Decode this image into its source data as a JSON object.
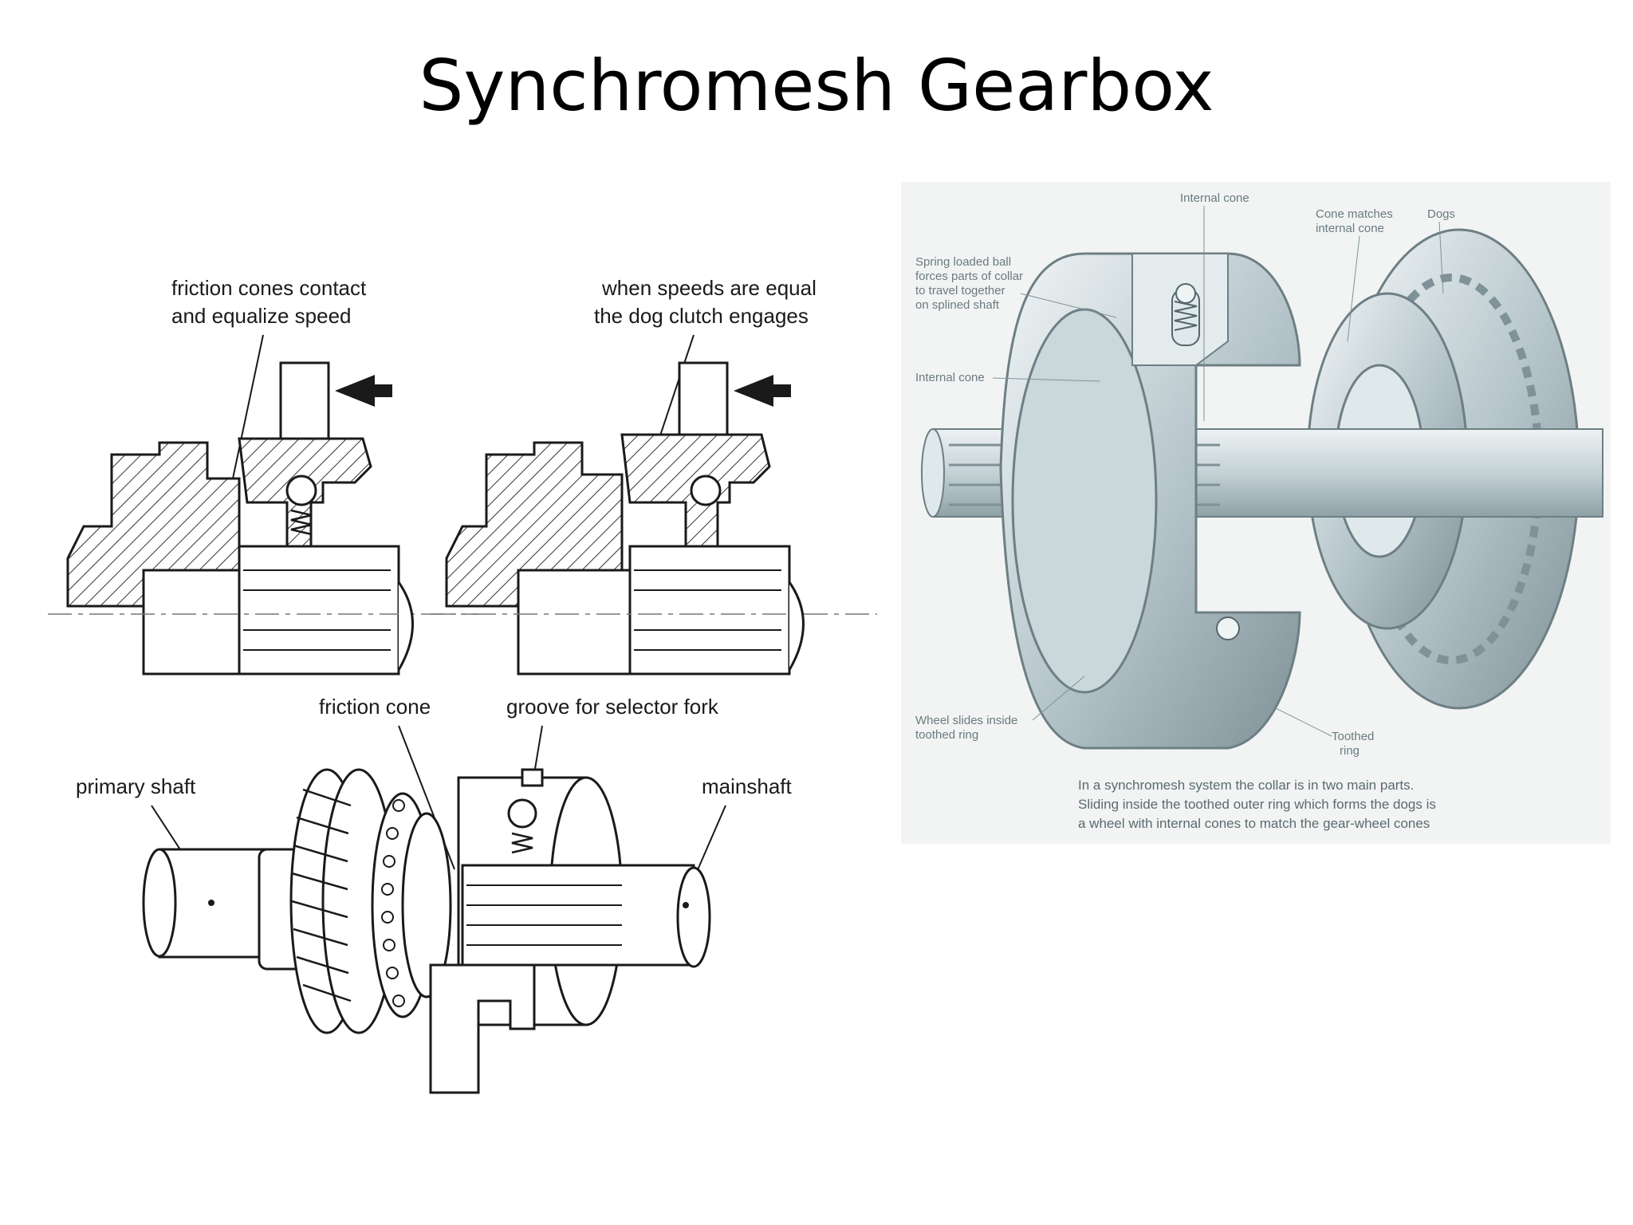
{
  "slide": {
    "title": "Synchromesh Gearbox"
  },
  "left_diagrams": {
    "stage1_label_line1": "friction cones contact",
    "stage1_label_line2": "and equalize speed",
    "stage2_label_line1": "when speeds are equal",
    "stage2_label_line2": "the dog clutch engages"
  },
  "assembly_diagram": {
    "friction_cone": "friction cone",
    "groove": "groove for selector fork",
    "primary_shaft": "primary shaft",
    "mainshaft": "mainshaft"
  },
  "right_illustration": {
    "internal_cone_top": "Internal cone",
    "cone_matches_line1": "Cone matches",
    "cone_matches_line2": "internal cone",
    "dogs": "Dogs",
    "spring_line1": "Spring loaded ball",
    "spring_line2": "forces parts of collar",
    "spring_line3": "to travel together",
    "spring_line4": "on splined shaft",
    "internal_cone_left": "Internal cone",
    "wheel_slides_line1": "Wheel slides inside",
    "wheel_slides_line2": "toothed ring",
    "toothed_ring_line1": "Toothed",
    "toothed_ring_line2": "ring",
    "caption_line1": "In a synchromesh system the collar is in two main parts.",
    "caption_line2": "Sliding inside the toothed outer ring which forms the dogs is",
    "caption_line3": "a wheel with internal cones to match the gear-wheel cones"
  },
  "colors": {
    "ink": "#1a1a1a",
    "hatch": "#333333",
    "steel_light": "#e6eef0",
    "steel_mid": "#b9c8cd",
    "steel_dark": "#7f9298",
    "illustration_bg": "#f1f4f3"
  }
}
